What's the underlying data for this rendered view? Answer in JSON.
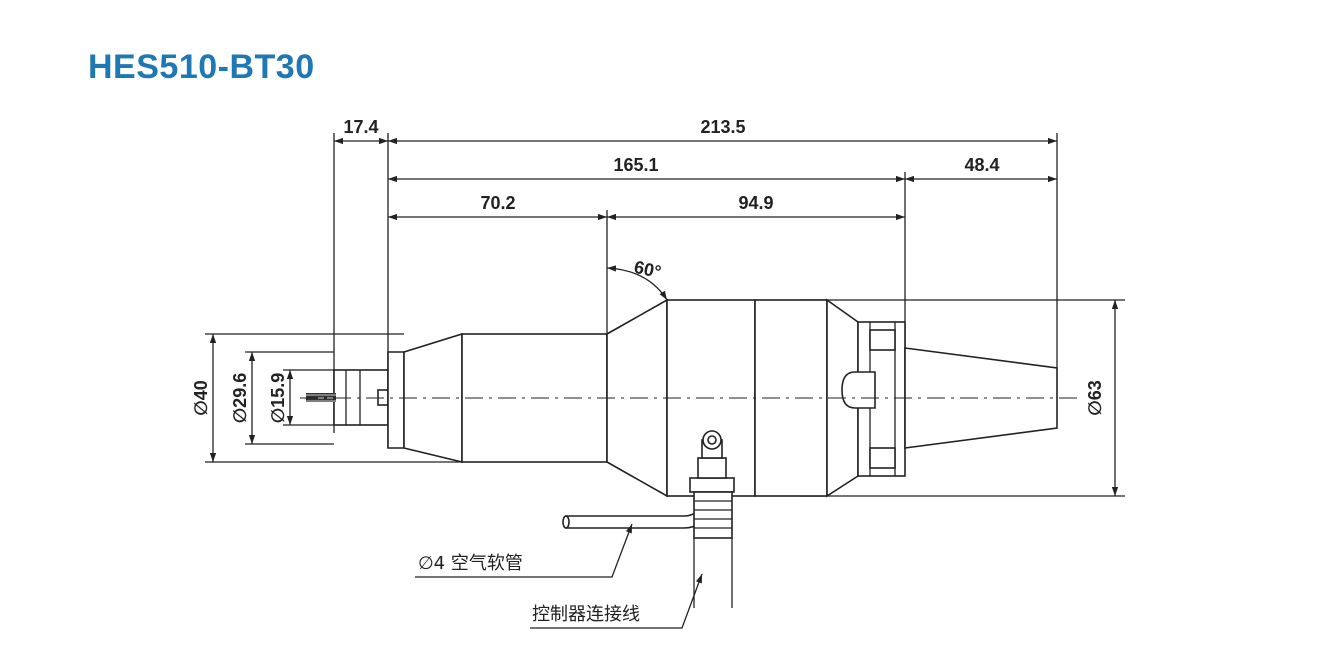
{
  "title": "HES510-BT30",
  "colors": {
    "title": "#1f77b4",
    "line": "#222222",
    "fill": "#ffffff"
  },
  "dimensions": {
    "d_17_4": "17.4",
    "d_213_5": "213.5",
    "d_165_1": "165.1",
    "d_48_4": "48.4",
    "d_70_2": "70.2",
    "d_94_9": "94.9",
    "angle": "60°",
    "dia40": "∅40",
    "dia29_6": "∅29.6",
    "dia15_9": "∅15.9",
    "dia63": "∅63"
  },
  "labels": {
    "air_hose": "∅4 空气软管",
    "controller_cable": "控制器连接线"
  }
}
